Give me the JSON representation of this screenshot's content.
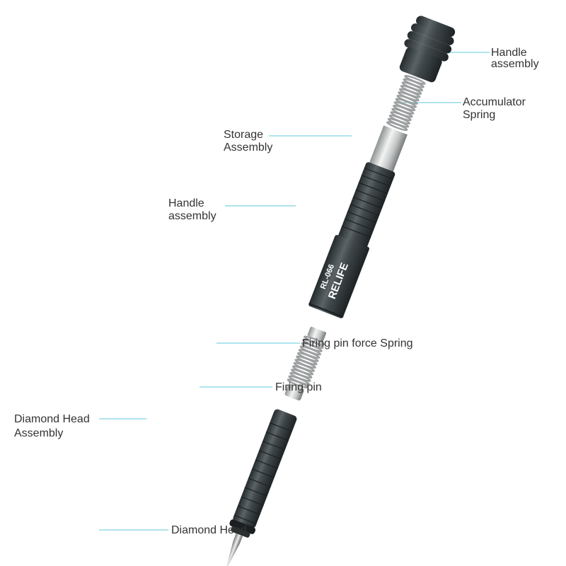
{
  "brand": {
    "logo_text": "RELIFE",
    "model_text": "RL-066"
  },
  "labels": {
    "handle_top": [
      "Handle",
      "assembly"
    ],
    "accumulator_spring": [
      "Accumulator",
      "Spring"
    ],
    "storage_assembly": [
      "Storage",
      "Assembly"
    ],
    "handle_mid": [
      "Handle",
      "assembly"
    ],
    "firing_pin_force_spring": [
      "Firing pin force Spring"
    ],
    "firing_pin": [
      "Firing pin"
    ],
    "diamond_head_assembly": [
      "Diamond Head",
      "Assembly"
    ],
    "diamond_head": [
      "Diamond Head"
    ]
  },
  "colors": {
    "leader_line": "#7fd4e4",
    "label_text": "#333333",
    "body_dark": "#3b4245",
    "body_mid": "#5a6164",
    "metal_light": "#d9dbdb",
    "spring": "#9c9fa0"
  }
}
